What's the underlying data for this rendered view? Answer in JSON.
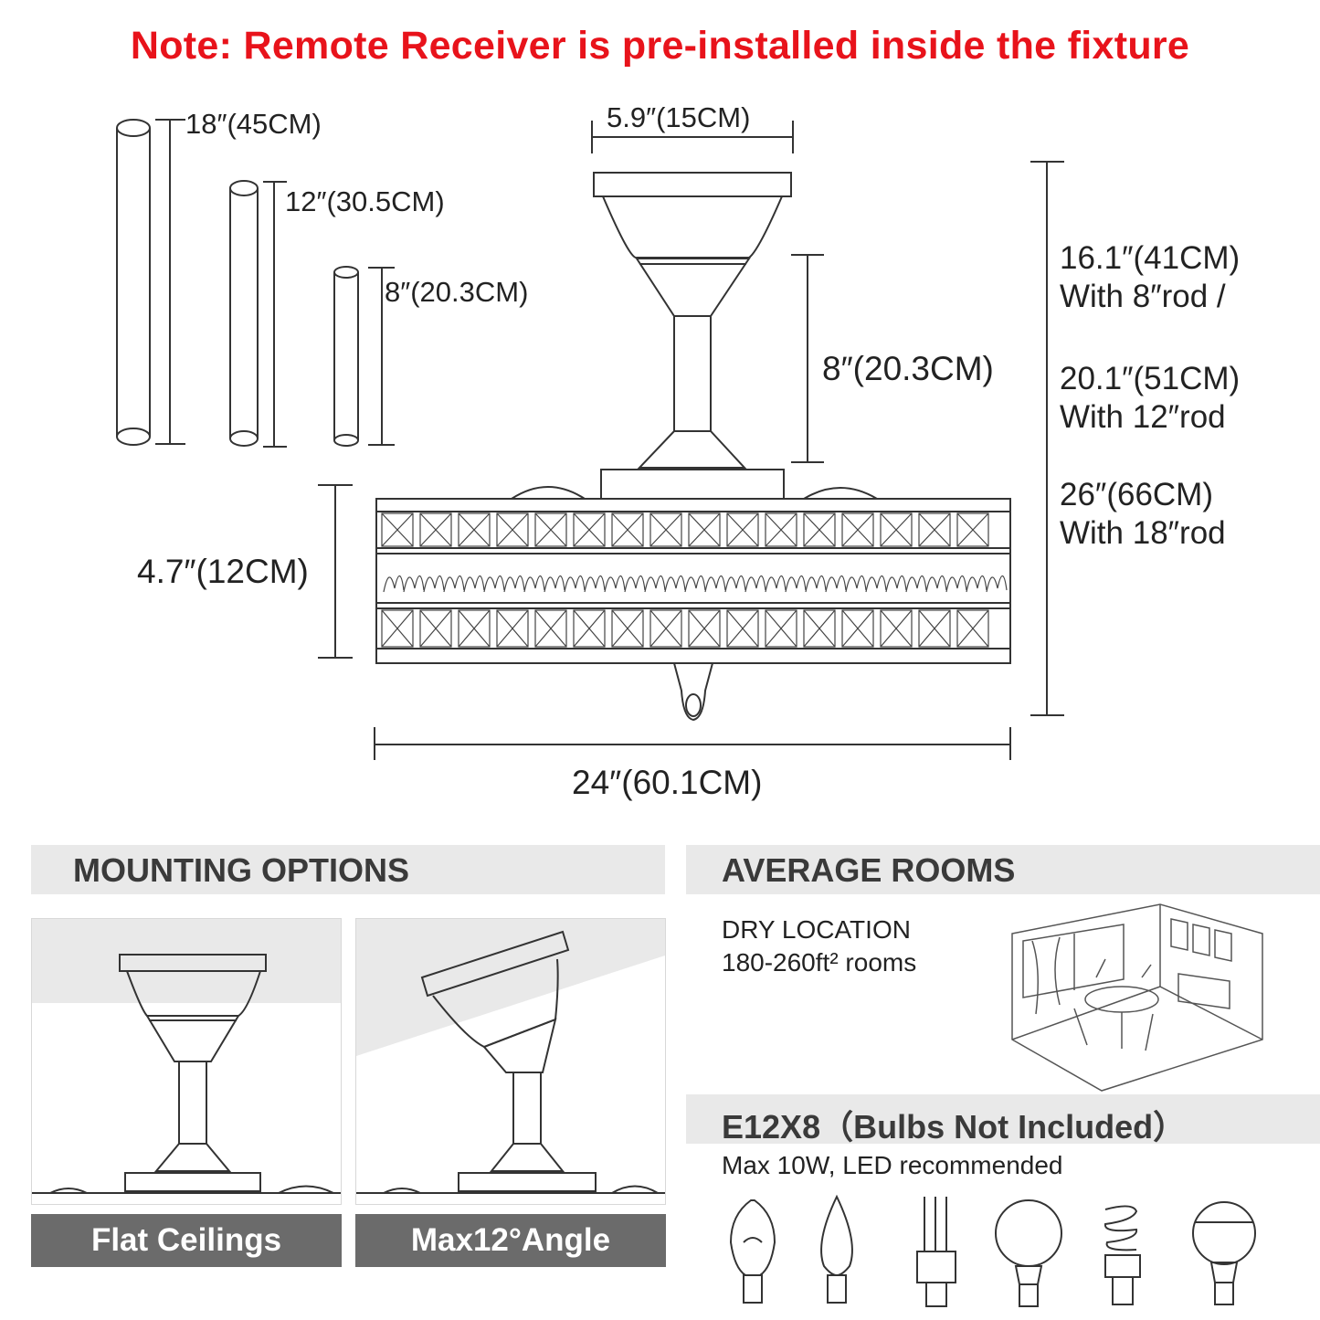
{
  "note": "Note: Remote Receiver is pre-installed inside the fixture",
  "rods": [
    {
      "label": "18″(45CM)"
    },
    {
      "label": "12″(30.5CM)"
    },
    {
      "label": "8″(20.3CM)"
    }
  ],
  "dimensions": {
    "canopy_width": "5.9″(15CM)",
    "rod_height": "8″(20.3CM)",
    "drum_height": "4.7″(12CM)",
    "diameter": "24″(60.1CM)"
  },
  "total_heights": [
    {
      "value": "16.1″(41CM)",
      "rod": "With 8″rod /"
    },
    {
      "value": "20.1″(51CM)",
      "rod": "With 12″rod"
    },
    {
      "value": "26″(66CM)",
      "rod": "With 18″rod"
    }
  ],
  "mounting": {
    "title": "MOUNTING OPTIONS",
    "options": [
      {
        "label": "Flat Ceilings"
      },
      {
        "label": "Max12°Angle"
      }
    ]
  },
  "rooms": {
    "title": "AVERAGE ROOMS",
    "location": "DRY LOCATION",
    "size": "180-260ft² rooms"
  },
  "bulbs": {
    "title": "E12X8（Bulbs Not Included）",
    "note": "Max 10W, LED recommended",
    "icons": [
      "edison-bulb-icon",
      "candle-bulb-icon",
      "cfl-bulb-icon",
      "globe-bulb-icon",
      "spiral-bulb-icon",
      "led-bulb-icon"
    ]
  },
  "colors": {
    "note": "#e8131b",
    "label_bg": "#6b6b6b",
    "bar_bg": "#e9e9e9"
  }
}
